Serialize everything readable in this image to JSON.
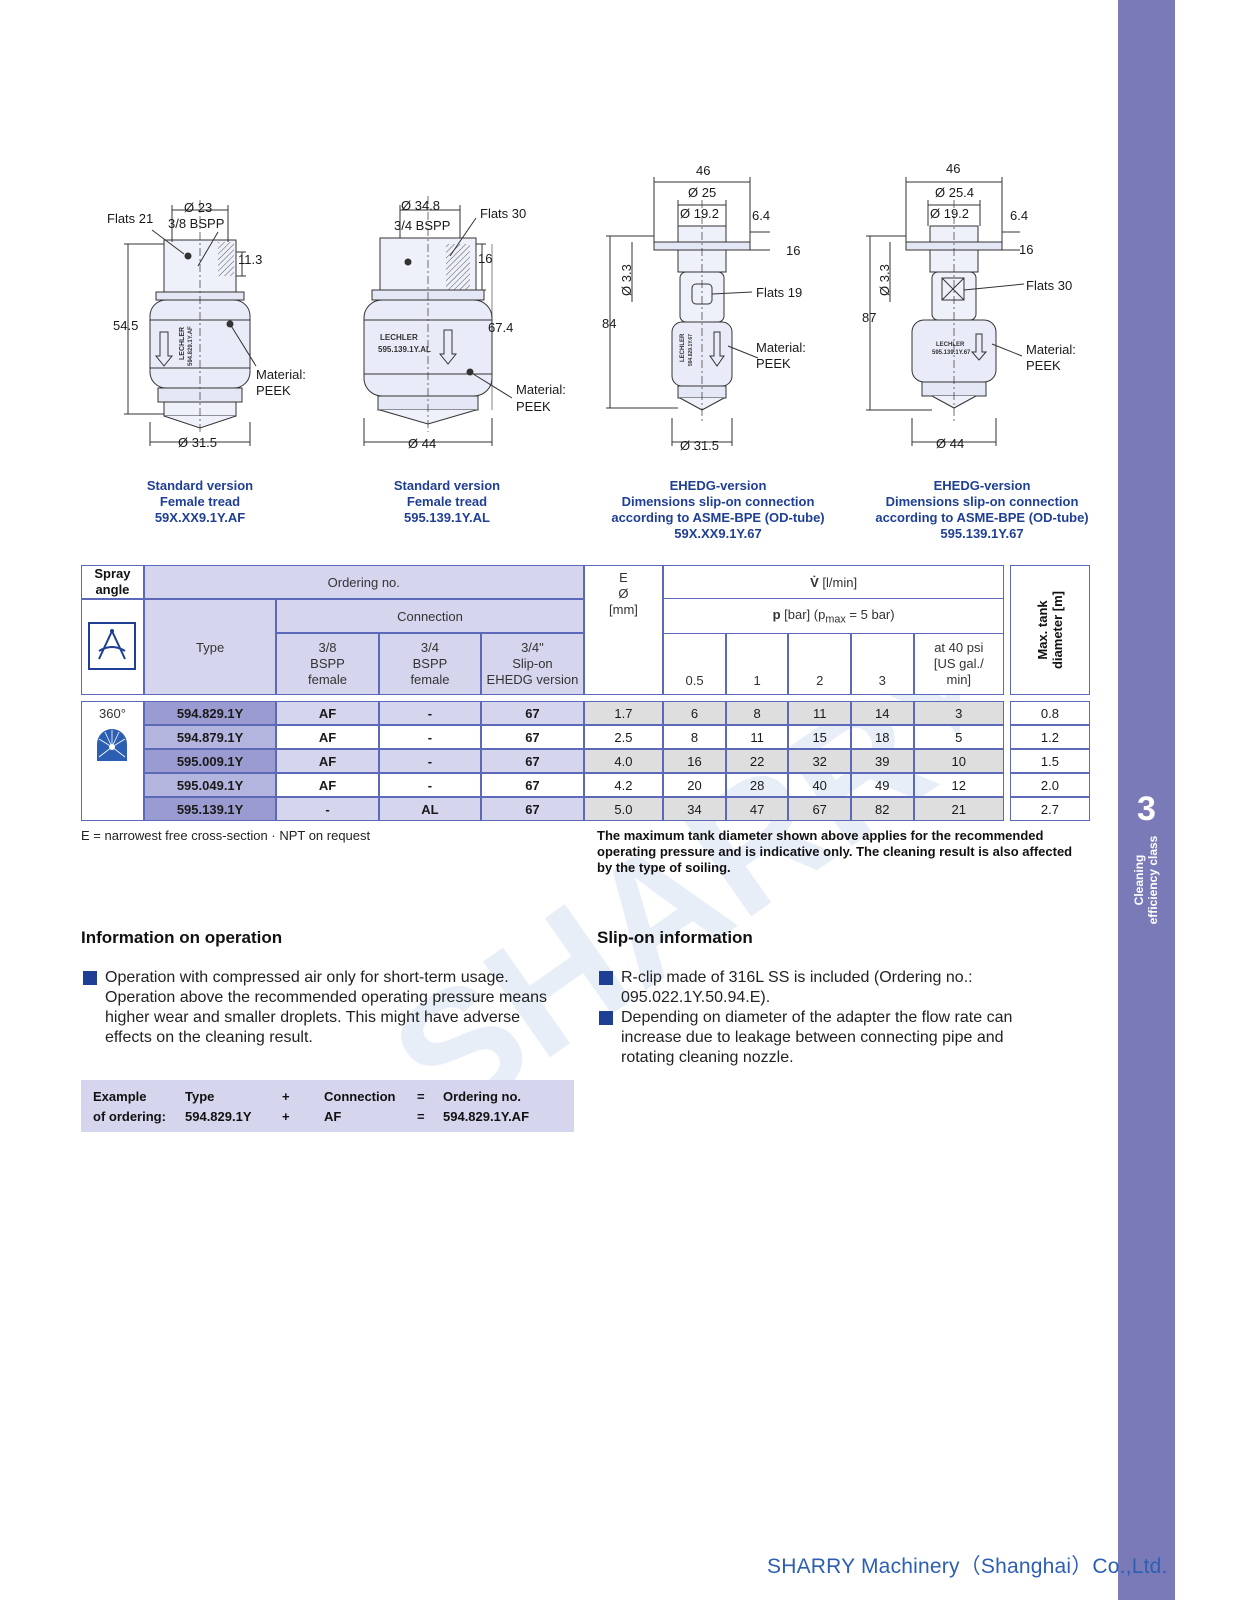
{
  "drawings": [
    {
      "caption": [
        "Standard version",
        "Female tread",
        "59X.XX9.1Y.AF"
      ],
      "dims": {
        "top": "Ø 23",
        "thread": "3/8 BSPP",
        "flats": "Flats 21",
        "side": "11.3",
        "height": "54.5",
        "bottom": "Ø 31.5"
      },
      "material": [
        "Material:",
        "PEEK"
      ],
      "body_text": [
        "LECHLER",
        "594.829.1Y.AF"
      ]
    },
    {
      "caption": [
        "Standard version",
        "Female tread",
        "595.139.1Y.AL"
      ],
      "dims": {
        "top": "Ø 34.8",
        "thread": "3/4 BSPP",
        "flats": "Flats 30",
        "side": "16",
        "height": "67.4",
        "bottom": "Ø 44"
      },
      "material": [
        "Material:",
        "PEEK"
      ],
      "body_text": [
        "LECHLER",
        "595.139.1Y.AL"
      ]
    },
    {
      "caption": [
        "EHEDG-version",
        "Dimensions slip-on connection",
        "according to ASME-BPE (OD-tube)",
        "59X.XX9.1Y.67"
      ],
      "dims": {
        "overall": "46",
        "flange": "Ø 25",
        "bore": "Ø 19.2",
        "t": "6.4",
        "side": "16",
        "pin": "Ø 3.3",
        "flats": "Flats 19",
        "height": "84",
        "bottom": "Ø 31.5"
      },
      "material": [
        "Material:",
        "PEEK"
      ],
      "body_text": [
        "LECHLER",
        "594.829.1Y.67"
      ]
    },
    {
      "caption": [
        "EHEDG-version",
        "Dimensions slip-on connection",
        "according to ASME-BPE (OD-tube)",
        "595.139.1Y.67"
      ],
      "dims": {
        "overall": "46",
        "flange": "Ø 25.4",
        "bore": "Ø 19.2",
        "t": "6.4",
        "side": "16",
        "pin": "Ø 3.3",
        "flats": "Flats 30",
        "height": "87",
        "bottom": "Ø 44"
      },
      "material": [
        "Material:",
        "PEEK"
      ],
      "body_text": [
        "LECHLER",
        "595.139.1Y.67"
      ]
    }
  ],
  "table": {
    "spray_angle_label": "Spray angle",
    "ordering_label": "Ordering no.",
    "type_label": "Type",
    "connection_label": "Connection",
    "conn_cols": [
      [
        "3/8",
        "BSPP",
        "female"
      ],
      [
        "3/4",
        "BSPP",
        "female"
      ],
      [
        "3/4\"",
        "Slip-on",
        "EHEDG version"
      ]
    ],
    "e_label": [
      "E",
      "Ø",
      "[mm]"
    ],
    "flow_label_v": "V̇",
    "flow_label_unit": "[l/min]",
    "pressure_p": "p",
    "pressure_bar": "[bar] (p",
    "pressure_max": "max",
    "pressure_tail": " = 5 bar)",
    "pressure_cols": [
      "0.5",
      "1",
      "2",
      "3"
    ],
    "psi_col": [
      "at 40 psi",
      "[US gal./",
      "min]"
    ],
    "max_tank_label": [
      "Max. tank",
      "diameter [m]"
    ],
    "spray_angle": "360°",
    "rows": [
      {
        "type": "594.829.1Y",
        "c38": "AF",
        "c34": "-",
        "slip": "67",
        "e": "1.7",
        "p05": "6",
        "p1": "8",
        "p2": "11",
        "p3": "14",
        "psi": "3",
        "tank": "0.8"
      },
      {
        "type": "594.879.1Y",
        "c38": "AF",
        "c34": "-",
        "slip": "67",
        "e": "2.5",
        "p05": "8",
        "p1": "11",
        "p2": "15",
        "p3": "18",
        "psi": "5",
        "tank": "1.2"
      },
      {
        "type": "595.009.1Y",
        "c38": "AF",
        "c34": "-",
        "slip": "67",
        "e": "4.0",
        "p05": "16",
        "p1": "22",
        "p2": "32",
        "p3": "39",
        "psi": "10",
        "tank": "1.5"
      },
      {
        "type": "595.049.1Y",
        "c38": "AF",
        "c34": "-",
        "slip": "67",
        "e": "4.2",
        "p05": "20",
        "p1": "28",
        "p2": "40",
        "p3": "49",
        "psi": "12",
        "tank": "2.0"
      },
      {
        "type": "595.139.1Y",
        "c38": "-",
        "c34": "AL",
        "slip": "67",
        "e": "5.0",
        "p05": "34",
        "p1": "47",
        "p2": "67",
        "p3": "82",
        "psi": "21",
        "tank": "2.7"
      }
    ]
  },
  "notes": {
    "left": "E = narrowest free cross-section · NPT on request",
    "right": "The maximum tank diameter shown above applies for the recommended operating pressure and is indicative only. The cleaning result is also affected by the type of soiling."
  },
  "operation": {
    "title": "Information on operation",
    "items": [
      "Operation with compressed air only for short-term usage. Operation above the recommended operating pressure means higher wear and smaller droplets. This might have adverse effects on the cleaning result."
    ]
  },
  "slipon": {
    "title": "Slip-on information",
    "items": [
      "R-clip made of 316L SS is included (Ordering no.: 095.022.1Y.50.94.E).",
      "Depending on diameter of the adapter the flow rate can increase due to leakage between connecting pipe and rotating cleaning nozzle."
    ]
  },
  "example": {
    "label1": "Example",
    "label2": "of ordering:",
    "type_h": "Type",
    "type_v": "594.829.1Y",
    "plus": "+",
    "conn_h": "Connection",
    "conn_v": "AF",
    "eq": "=",
    "ord_h": "Ordering no.",
    "ord_v": "594.829.1Y.AF"
  },
  "sidebar": {
    "number": "3",
    "label_line1": "Cleaning",
    "label_line2": "efficiency class"
  },
  "footer": "SHARRY Machinery（Shanghai）Co.,Ltd.",
  "watermark": "SHARRY",
  "colors": {
    "sidebar": "#7b7ab8",
    "caption": "#1f3f94",
    "table_header": "#d5d6ee",
    "type_col": "#9a9bd0",
    "footer": "#2c5fb4"
  }
}
